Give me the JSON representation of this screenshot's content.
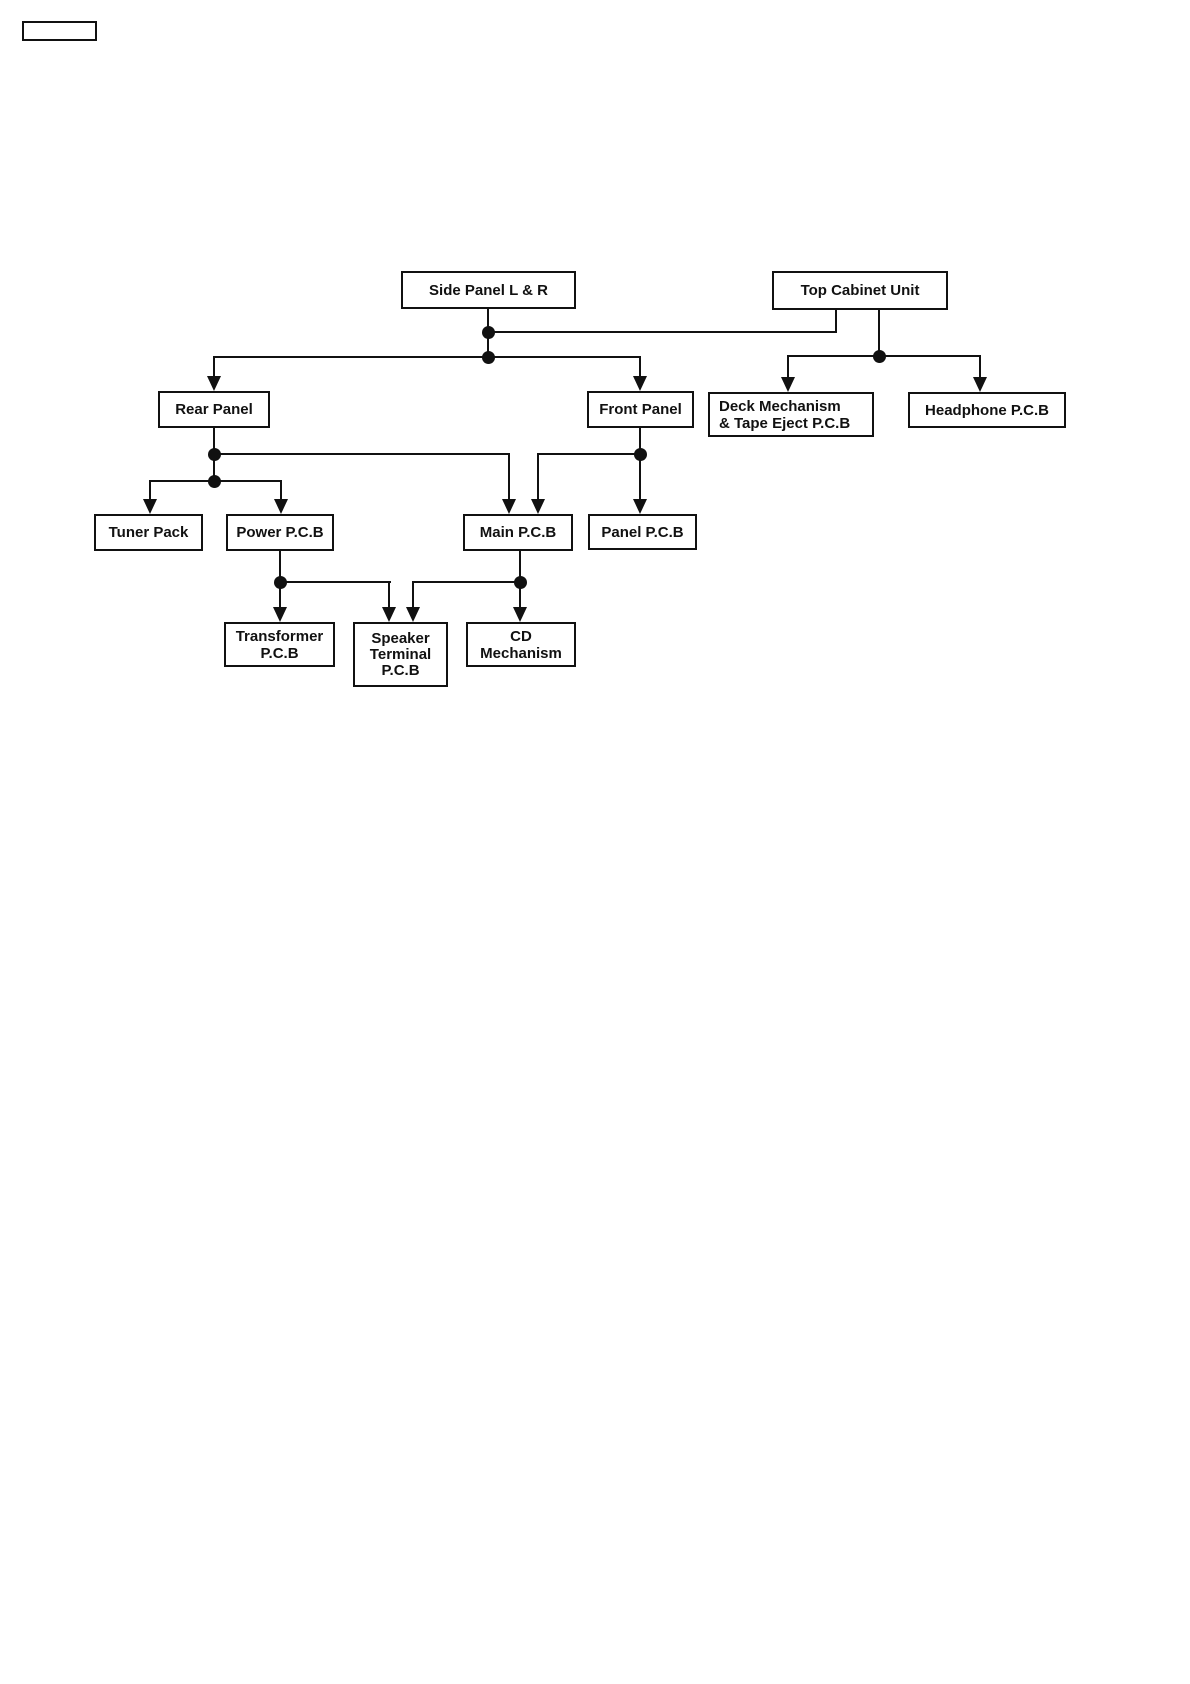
{
  "diagram": {
    "kind": "disassembly-flow-block-diagram",
    "colors": {
      "background": "#ffffff",
      "line": "#111111",
      "box_border": "#111111",
      "text": "#111111"
    },
    "nodes": {
      "blank_box": {
        "label": ""
      },
      "side_panel": {
        "label": "Side Panel L & R"
      },
      "top_cabinet": {
        "label": "Top Cabinet Unit"
      },
      "rear_panel": {
        "label": "Rear Panel"
      },
      "front_panel": {
        "label": "Front Panel"
      },
      "deck_mechanism": {
        "line1": "Deck Mechanism",
        "line2": "& Tape Eject P.C.B"
      },
      "headphone_pcb": {
        "label": "Headphone P.C.B"
      },
      "tuner_pack": {
        "label": "Tuner Pack"
      },
      "power_pcb": {
        "label": "Power P.C.B"
      },
      "main_pcb": {
        "label": "Main P.C.B"
      },
      "panel_pcb": {
        "label": "Panel P.C.B"
      },
      "transformer_pcb": {
        "line1": "Transformer",
        "line2": "P.C.B"
      },
      "speaker_terminal_pcb": {
        "line1": "Speaker",
        "line2": "Terminal",
        "line3": "P.C.B"
      },
      "cd_mechanism": {
        "line1": "CD",
        "line2": "Mechanism"
      }
    },
    "edges": [
      {
        "from": "side_panel",
        "to": "top_cabinet"
      },
      {
        "from": "side_panel",
        "to": "rear_panel"
      },
      {
        "from": "side_panel",
        "to": "front_panel"
      },
      {
        "from": "top_cabinet",
        "to": "deck_mechanism"
      },
      {
        "from": "top_cabinet",
        "to": "headphone_pcb"
      },
      {
        "from": "rear_panel",
        "to": "tuner_pack"
      },
      {
        "from": "rear_panel",
        "to": "power_pcb"
      },
      {
        "from": "rear_panel",
        "to": "main_pcb"
      },
      {
        "from": "front_panel",
        "to": "main_pcb"
      },
      {
        "from": "front_panel",
        "to": "panel_pcb"
      },
      {
        "from": "power_pcb",
        "to": "transformer_pcb"
      },
      {
        "from": "power_pcb",
        "to": "speaker_terminal_pcb"
      },
      {
        "from": "main_pcb",
        "to": "speaker_terminal_pcb"
      },
      {
        "from": "main_pcb",
        "to": "cd_mechanism"
      }
    ]
  }
}
